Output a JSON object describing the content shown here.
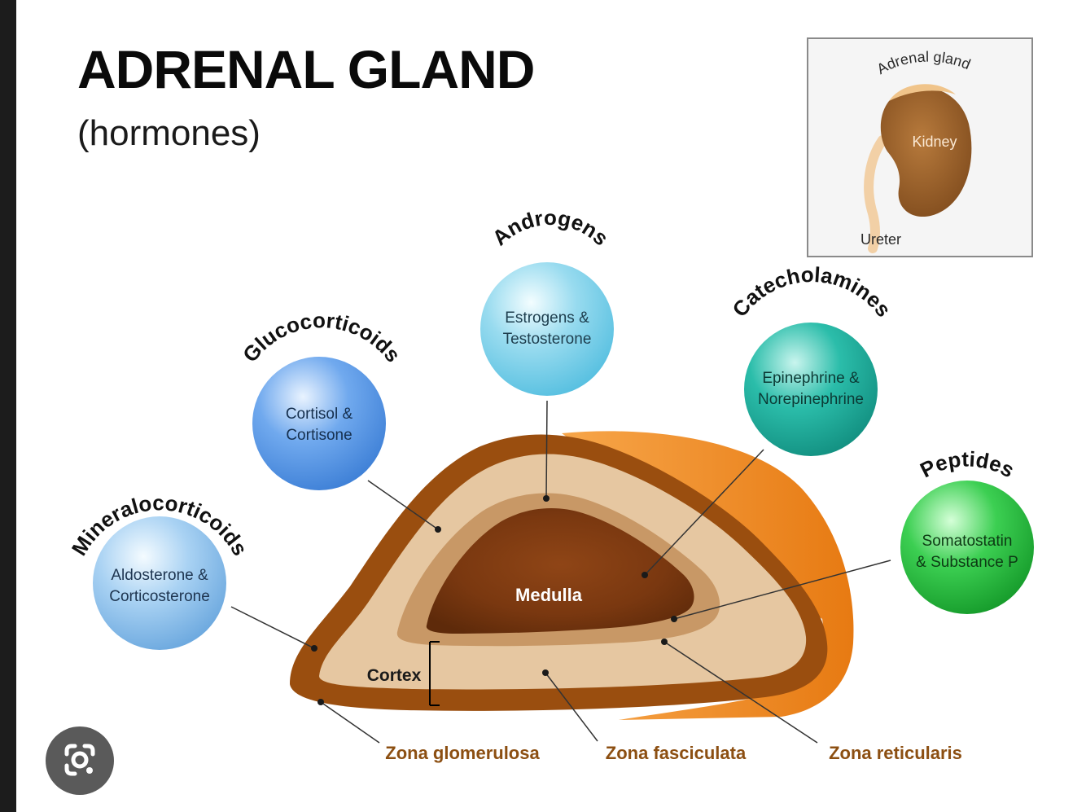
{
  "title": "ADRENAL GLAND",
  "subtitle": "(hormones)",
  "inset": {
    "adrenal_label": "Adrenal gland",
    "kidney_label": "Kidney",
    "ureter_label": "Ureter"
  },
  "hormones": [
    {
      "id": "mineralocorticoids",
      "name": "Mineralocorticoids",
      "line1": "Aldosterone &",
      "line2": "Corticosterone",
      "color": "#8fc3ee"
    },
    {
      "id": "glucocorticoids",
      "name": "Glucocorticoids",
      "line1": "Cortisol &",
      "line2": "Cortisone",
      "color": "#5c9be6"
    },
    {
      "id": "androgens",
      "name": "Androgens",
      "line1": "Estrogens &",
      "line2": "Testosterone",
      "color": "#86d3ea"
    },
    {
      "id": "catecholamines",
      "name": "Catecholamines",
      "line1": "Epinephrine &",
      "line2": "Norepinephrine",
      "color": "#1fb0a0"
    },
    {
      "id": "peptides",
      "name": "Peptides",
      "line1": "Somatostatin",
      "line2": "& Substance P",
      "color": "#2ec245"
    }
  ],
  "structure_labels": {
    "medulla": "Medulla",
    "cortex": "Cortex",
    "zona_glomerulosa": "Zona glomerulosa",
    "zona_fasciculata": "Zona fasciculata",
    "zona_reticularis": "Zona reticularis"
  },
  "colors": {
    "outer_layer": "#9a4e0f",
    "cortex_fill": "#e6c7a1",
    "reticularis": "#c89866",
    "medulla": "#7a3810",
    "orange_side": "#ef8a22",
    "zone_label": "#8c4f12"
  },
  "lens_icon": "google-lens-icon"
}
